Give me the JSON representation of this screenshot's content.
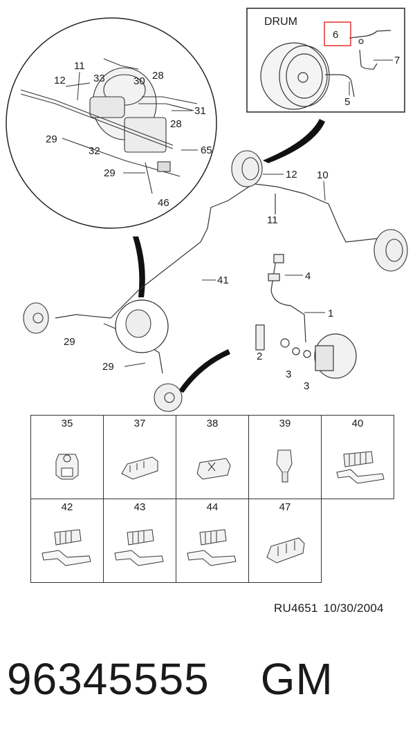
{
  "diagram": {
    "drum_title": "DRUM",
    "highlight_color": "#e03030",
    "callouts": {
      "c6": "6",
      "c7": "7",
      "c5": "5",
      "c11a": "11",
      "c12a": "12",
      "c33": "33",
      "c30": "30",
      "c28a": "28",
      "c31": "31",
      "c28b": "28",
      "c29a": "29",
      "c32": "32",
      "c65": "65",
      "c29b": "29",
      "c46": "46",
      "c12b": "12",
      "c10": "10",
      "c11b": "11",
      "c41": "41",
      "c4": "4",
      "c1": "1",
      "c29c": "29",
      "c2": "2",
      "c29d": "29",
      "c3a": "3",
      "c3b": "3"
    }
  },
  "parts_table": {
    "row1": [
      "35",
      "37",
      "38",
      "39",
      "40"
    ],
    "row2": [
      "42",
      "43",
      "44",
      "47"
    ]
  },
  "reference": {
    "code": "RU4651",
    "date": "10/30/2004"
  },
  "part_number": "96345555",
  "brand": "GM"
}
